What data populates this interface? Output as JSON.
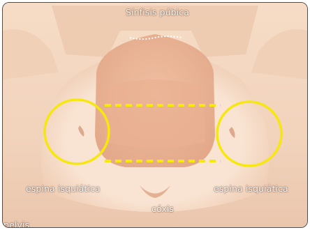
{
  "labels": {
    "top": "Sínfisis púbica",
    "ischial_left": "espina isquiática",
    "ischial_right": "espina isquiática",
    "coccyx": "cóxis",
    "pelvis": "pelvis"
  },
  "colors": {
    "highlight": "#f5e70f",
    "background": "#f4d7c0",
    "border": "#4d4d4d"
  }
}
